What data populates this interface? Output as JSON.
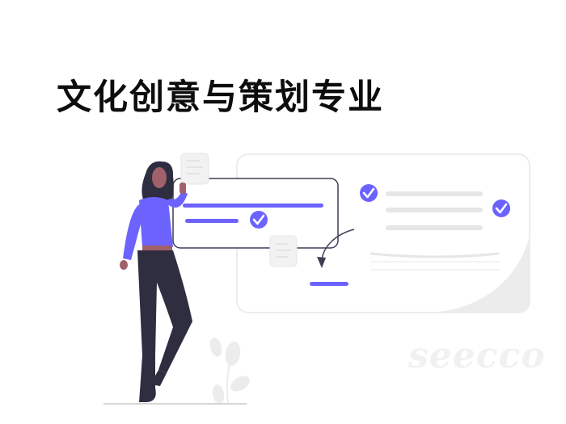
{
  "header": {
    "title": "文化创意与策划专业"
  },
  "watermark": {
    "text": "seecco"
  },
  "illustration": {
    "description": "Woman holding a document next to task cards with checkmarks",
    "colors": {
      "accent": "#6c63ff",
      "dark": "#2f2e41",
      "skin": "#a0616a",
      "light_gray": "#e6e6e6",
      "card_border": "#3f3d56"
    },
    "check_icons": 3
  }
}
